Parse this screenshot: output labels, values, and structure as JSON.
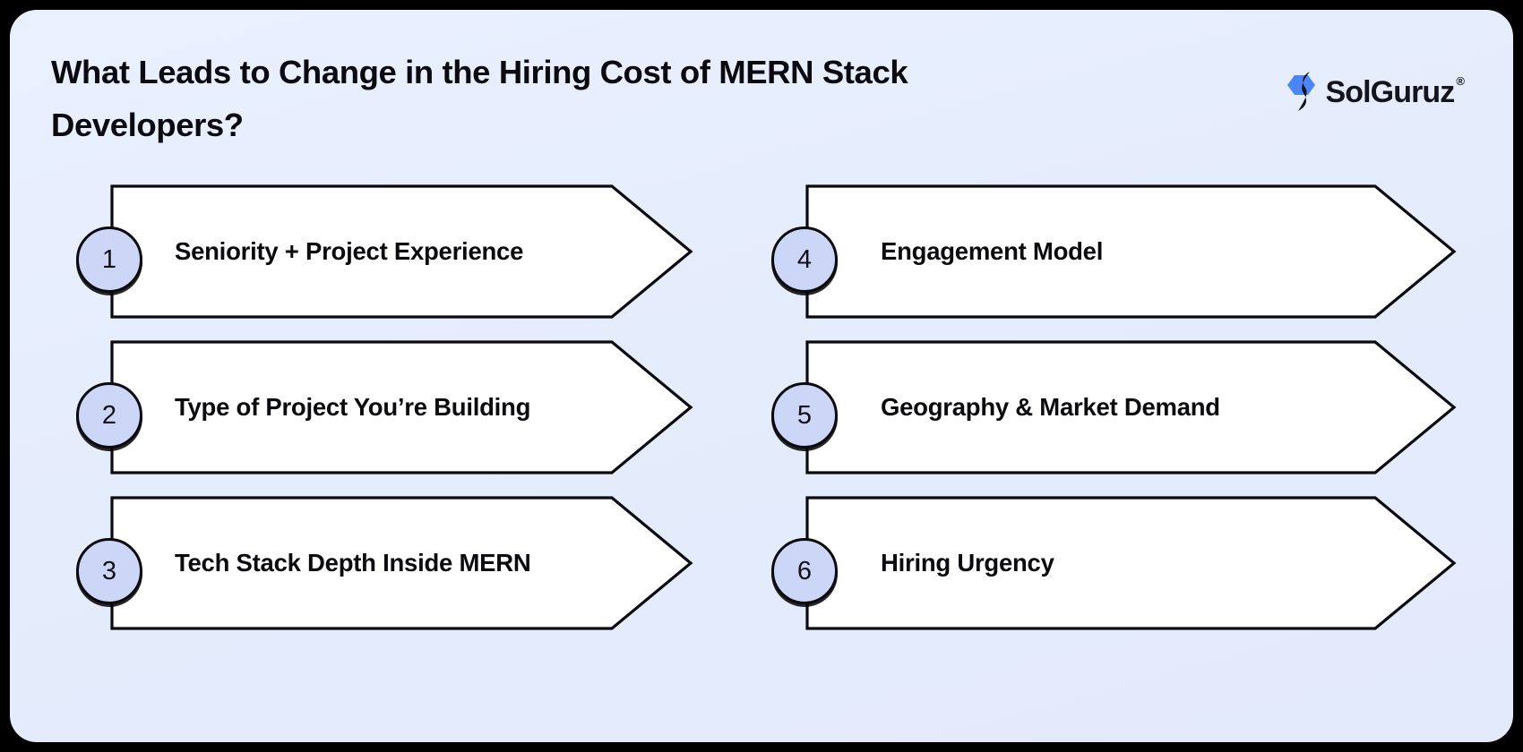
{
  "page": {
    "title": "What Leads to Change in the Hiring Cost of MERN Stack Developers?",
    "background_color": "#e6edfd",
    "frame_color": "#000000",
    "accent_color": "#4a86f7",
    "badge_fill": "#ccd6f6",
    "outline_color": "#0a0a0f"
  },
  "brand": {
    "name": "SolGuruz",
    "registered_mark": "®",
    "mark_icon": "solguruz-hexagon-logo"
  },
  "columns": {
    "left": [
      {
        "number": "1",
        "label": "Seniority + Project Experience"
      },
      {
        "number": "2",
        "label": "Type of Project You’re Building"
      },
      {
        "number": "3",
        "label": "Tech Stack Depth Inside MERN"
      }
    ],
    "right": [
      {
        "number": "4",
        "label": "Engagement Model"
      },
      {
        "number": "5",
        "label": "Geography & Market Demand"
      },
      {
        "number": "6",
        "label": "Hiring Urgency"
      }
    ]
  }
}
